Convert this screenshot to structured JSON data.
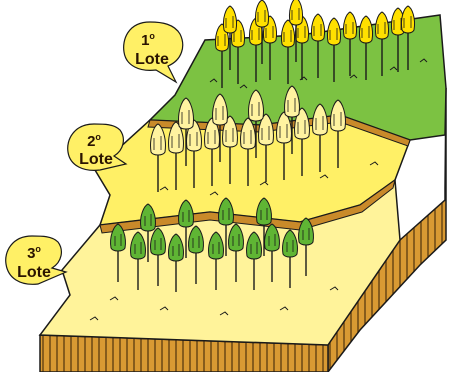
{
  "labels": [
    {
      "ordinal": "1",
      "suffix": "o",
      "word": "Lote"
    },
    {
      "ordinal": "2",
      "suffix": "o",
      "word": "Lote"
    },
    {
      "ordinal": "3",
      "suffix": "o",
      "word": "Lote"
    }
  ],
  "colors": {
    "plot1": "#7cc242",
    "plot2": "#fff066",
    "plot3": "#fff39a",
    "soil": "#c98a2a",
    "outline": "#1a1a1a",
    "tree_yellow": "#ffe000",
    "tree_green": "#5fb534"
  }
}
